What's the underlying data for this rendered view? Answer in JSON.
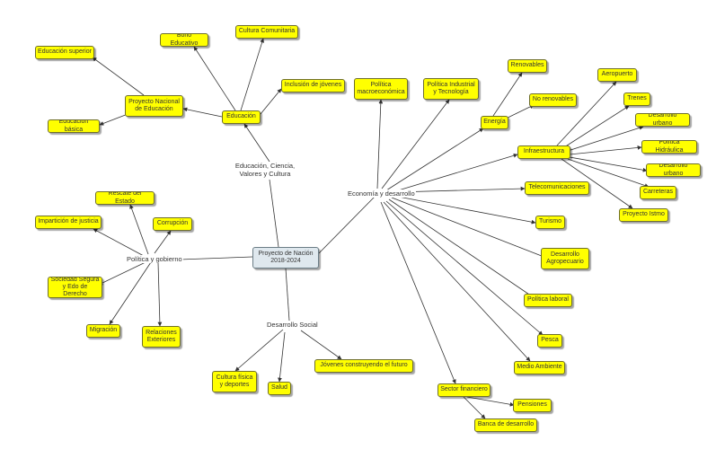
{
  "center": "Proyecto de Nación\n2018-2024",
  "branches": {
    "educacion": "Educación, Ciencia,\nValores y Cultura",
    "economia": "Economía y desarrollo",
    "politica": "Política y gobierno",
    "social": "Desarrollo Social"
  },
  "nodes": {
    "educacion_superior": "Educación superior",
    "bono_educativo": "Bono Educativo",
    "cultura_comunitaria": "Cultura Comunitaria",
    "proyecto_nacional_educacion": "Proyecto Nacional\nde Educación",
    "inclusion_jovenes": "Inclusión de jóvenes",
    "educacion_basica": "Educación básica",
    "educacion": "Educación",
    "politica_macroeconomica": "Política\nmacroeconómica",
    "politica_industrial": "Política Industrial\ny Tecnología",
    "renovables": "Renovables",
    "no_renovables": "No renovables",
    "energia": "Energía",
    "aeropuerto": "Aeropuerto",
    "trenes": "Trenes",
    "desarrollo_urbano_1": "Desarrollo urbano",
    "infraestructura": "Infraestructura",
    "politica_hidraulica": "Política Hidráulica",
    "desarrollo_urbano_2": "Desarrollo urbano",
    "carreteras": "Carreteras",
    "proyecto_istmo": "Proyecto Istmo",
    "telecomunicaciones": "Telecomunicaciones",
    "turismo": "Turismo",
    "desarrollo_agropecuario": "Desarrollo\nAgropecuario",
    "politica_laboral": "Política laboral",
    "pesca": "Pesca",
    "medio_ambiente": "Medio Ambiente",
    "sector_financiero": "Sector financiero",
    "pensiones": "Pensiones",
    "banca_desarrollo": "Banca de desarrollo",
    "rescate_estado": "Rescate del Estado",
    "imparticion_justicia": "Impartición de justicia",
    "corrupcion": "Corrupción",
    "sociedad_segura": "Sociedad Segura\ny Edo de Derecho",
    "migracion": "Migración",
    "relaciones_exteriores": "Relaciones\nExteriores",
    "cultura_fisica": "Cultura física\ny deportes",
    "salud": "Salud",
    "jovenes_futuro": "Jóvenes construyendo el futuro"
  },
  "colors": {
    "node_fill": "#ffff00",
    "center_fill": "#dfe8ee",
    "line": "#333333"
  }
}
